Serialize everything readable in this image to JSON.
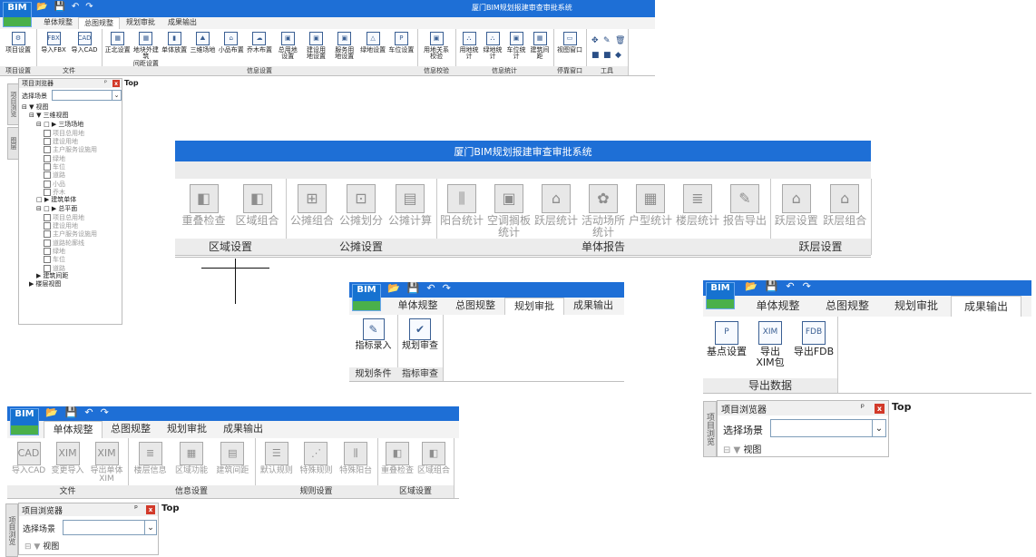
{
  "quick_icons": [
    "📂",
    "💾",
    "↶",
    "↷"
  ],
  "main": {
    "title": "厦门BIM规划报建审查审批系统",
    "logo": "BIM",
    "tabs": [
      {
        "label": "单体规整"
      },
      {
        "label": "总图规整",
        "active": true
      },
      {
        "label": "规划审批"
      },
      {
        "label": "成果输出"
      }
    ],
    "groups": [
      {
        "label": "项目设置",
        "buttons": [
          {
            "label": "项目设置",
            "icon": "⚙"
          }
        ]
      },
      {
        "label": "文件",
        "buttons": [
          {
            "label": "导入FBX",
            "icon": "FBX"
          },
          {
            "label": "导入CAD",
            "icon": "CAD"
          }
        ]
      },
      {
        "label": "信息设置",
        "buttons": [
          {
            "label": "正北设置",
            "icon": "▦"
          },
          {
            "label": "地块外建筑\n间距设置",
            "icon": "▦"
          },
          {
            "label": "单体放置",
            "icon": "▮"
          },
          {
            "label": "三维场地",
            "icon": "⛰"
          },
          {
            "label": "小品布置",
            "icon": "⌂"
          },
          {
            "label": "乔木布置",
            "icon": "☁"
          },
          {
            "label": "总用地\n设置",
            "icon": "▣"
          },
          {
            "label": "建设用\n地设置",
            "icon": "▣"
          },
          {
            "label": "服务用\n地设置",
            "icon": "▣"
          },
          {
            "label": "绿地设置",
            "icon": "△"
          },
          {
            "label": "车位设置",
            "icon": "P"
          }
        ]
      },
      {
        "label": "信息校验",
        "buttons": [
          {
            "label": "用地关系\n校验",
            "icon": "▣"
          }
        ]
      },
      {
        "label": "信息统计",
        "buttons": [
          {
            "label": "用地统计",
            "icon": "⛬"
          },
          {
            "label": "绿地统计",
            "icon": "⛬"
          },
          {
            "label": "车位统计",
            "icon": "▣"
          },
          {
            "label": "建筑间距",
            "icon": "▦"
          }
        ]
      },
      {
        "label": "停靠窗口",
        "buttons": [
          {
            "label": "视图窗口",
            "icon": "▭"
          }
        ]
      },
      {
        "label": "工具",
        "buttons": []
      }
    ],
    "tool_icons": [
      "✥",
      "✎",
      "🗑",
      "■",
      "■",
      "◆"
    ],
    "browser": {
      "title": "项目浏览器",
      "pin": "ᵖ",
      "close": "x",
      "scene_label": "选择场景",
      "tabs": [
        "项目浏览",
        "图层"
      ]
    },
    "viewport": "Top",
    "tree": [
      {
        "label": "视图",
        "level": 0,
        "prefix": "⊟ ▼"
      },
      {
        "label": "三维视图",
        "level": 1,
        "prefix": "⊟ ▼"
      },
      {
        "label": "三场场地",
        "level": 2,
        "prefix": "⊟ □ ▶"
      },
      {
        "label": "项目总用地",
        "level": 3,
        "gray": true
      },
      {
        "label": "建设用地",
        "level": 3,
        "gray": true
      },
      {
        "label": "主户服务设施用",
        "level": 3,
        "gray": true
      },
      {
        "label": "绿地",
        "level": 3,
        "gray": true
      },
      {
        "label": "车位",
        "level": 3,
        "gray": true
      },
      {
        "label": "道路",
        "level": 3,
        "gray": true
      },
      {
        "label": "小品",
        "level": 3,
        "gray": true
      },
      {
        "label": "乔木",
        "level": 3,
        "gray": true
      },
      {
        "label": "建筑单体",
        "level": 2,
        "prefix": "□ ▶"
      },
      {
        "label": "总平面",
        "level": 2,
        "prefix": "⊟ □ ▶"
      },
      {
        "label": "项目总用地",
        "level": 3,
        "gray": true
      },
      {
        "label": "建设用地",
        "level": 3,
        "gray": true
      },
      {
        "label": "主户服务设施用",
        "level": 3,
        "gray": true
      },
      {
        "label": "道路轮廓线",
        "level": 3,
        "gray": true
      },
      {
        "label": "绿地",
        "level": 3,
        "gray": true
      },
      {
        "label": "车位",
        "level": 3,
        "gray": true
      },
      {
        "label": "道路",
        "level": 3,
        "gray": true
      },
      {
        "label": "建筑间距",
        "level": 2,
        "prefix": "▶"
      },
      {
        "label": "楼层视图",
        "level": 1,
        "prefix": "▶"
      }
    ]
  },
  "large": {
    "title": "厦门BIM规划报建审查审批系统",
    "groups": [
      {
        "label": "区域设置",
        "buttons": [
          {
            "label": "重叠检查",
            "icon": "◧"
          },
          {
            "label": "区域组合",
            "icon": "◧"
          }
        ]
      },
      {
        "label": "公摊设置",
        "buttons": [
          {
            "label": "公摊组合",
            "icon": "⊞"
          },
          {
            "label": "公摊划分",
            "icon": "⊡"
          },
          {
            "label": "公摊计算",
            "icon": "▤"
          }
        ]
      },
      {
        "label": "单体报告",
        "buttons": [
          {
            "label": "阳台统计",
            "icon": "⫼"
          },
          {
            "label": "空调搁板\n统计",
            "icon": "▣"
          },
          {
            "label": "跃层统计",
            "icon": "⌂"
          },
          {
            "label": "活动场所\n统计",
            "icon": "✿"
          },
          {
            "label": "户型统计",
            "icon": "▦"
          },
          {
            "label": "楼层统计",
            "icon": "≣"
          },
          {
            "label": "报告导出",
            "icon": "✎"
          }
        ]
      },
      {
        "label": "跃层设置",
        "buttons": [
          {
            "label": "跃层设置",
            "icon": "⌂"
          },
          {
            "label": "跃层组合",
            "icon": "⌂"
          }
        ]
      }
    ]
  },
  "approval": {
    "tabs": [
      {
        "label": "单体规整"
      },
      {
        "label": "总图规整"
      },
      {
        "label": "规划审批",
        "active": true
      },
      {
        "label": "成果输出"
      }
    ],
    "groups": [
      {
        "label": "规划条件",
        "buttons": [
          {
            "label": "指标录入",
            "icon": "✎"
          }
        ]
      },
      {
        "label": "指标审查",
        "buttons": [
          {
            "label": "规划审查",
            "icon": "✔"
          }
        ]
      }
    ]
  },
  "output": {
    "tabs": [
      {
        "label": "单体规整"
      },
      {
        "label": "总图规整"
      },
      {
        "label": "规划审批"
      },
      {
        "label": "成果输出",
        "active": true
      }
    ],
    "groups": [
      {
        "label": "导出数据",
        "buttons": [
          {
            "label": "基点设置",
            "icon": "P"
          },
          {
            "label": "导出\nXIM包",
            "icon": "XIM"
          },
          {
            "label": "导出FDB",
            "icon": "FDB"
          }
        ]
      }
    ],
    "browser": {
      "title": "项目浏览器",
      "pin": "ᵖ",
      "close": "x",
      "scene_label": "选择场景",
      "tabs": [
        "项目浏览"
      ]
    },
    "viewport": "Top",
    "tree": [
      {
        "label": "视图",
        "prefix": "⊟ ▼"
      }
    ]
  },
  "single": {
    "tabs": [
      {
        "label": "单体规整",
        "active": true
      },
      {
        "label": "总图规整"
      },
      {
        "label": "规划审批"
      },
      {
        "label": "成果输出"
      }
    ],
    "groups": [
      {
        "label": "文件",
        "buttons": [
          {
            "label": "导入CAD",
            "icon": "CAD"
          },
          {
            "label": "变更导入",
            "icon": "XIM"
          },
          {
            "label": "导出单体\nXIM",
            "icon": "XIM"
          }
        ]
      },
      {
        "label": "信息设置",
        "buttons": [
          {
            "label": "楼层信息",
            "icon": "≣"
          },
          {
            "label": "区域功能",
            "icon": "▦"
          },
          {
            "label": "建筑间距",
            "icon": "▤"
          }
        ]
      },
      {
        "label": "规则设置",
        "buttons": [
          {
            "label": "默认规则",
            "icon": "☰"
          },
          {
            "label": "特殊规则",
            "icon": "⋰"
          },
          {
            "label": "特殊阳台",
            "icon": "⫼"
          }
        ]
      },
      {
        "label": "区域设置",
        "buttons": [
          {
            "label": "重叠检查",
            "icon": "◧"
          },
          {
            "label": "区域组合",
            "icon": "◧"
          }
        ]
      }
    ],
    "browser": {
      "title": "项目浏览器",
      "pin": "ᵖ",
      "close": "x",
      "scene_label": "选择场景",
      "tabs": [
        "项目浏览"
      ]
    },
    "viewport": "Top",
    "tree": [
      {
        "label": "视图",
        "prefix": "⊟ ▼"
      }
    ]
  }
}
